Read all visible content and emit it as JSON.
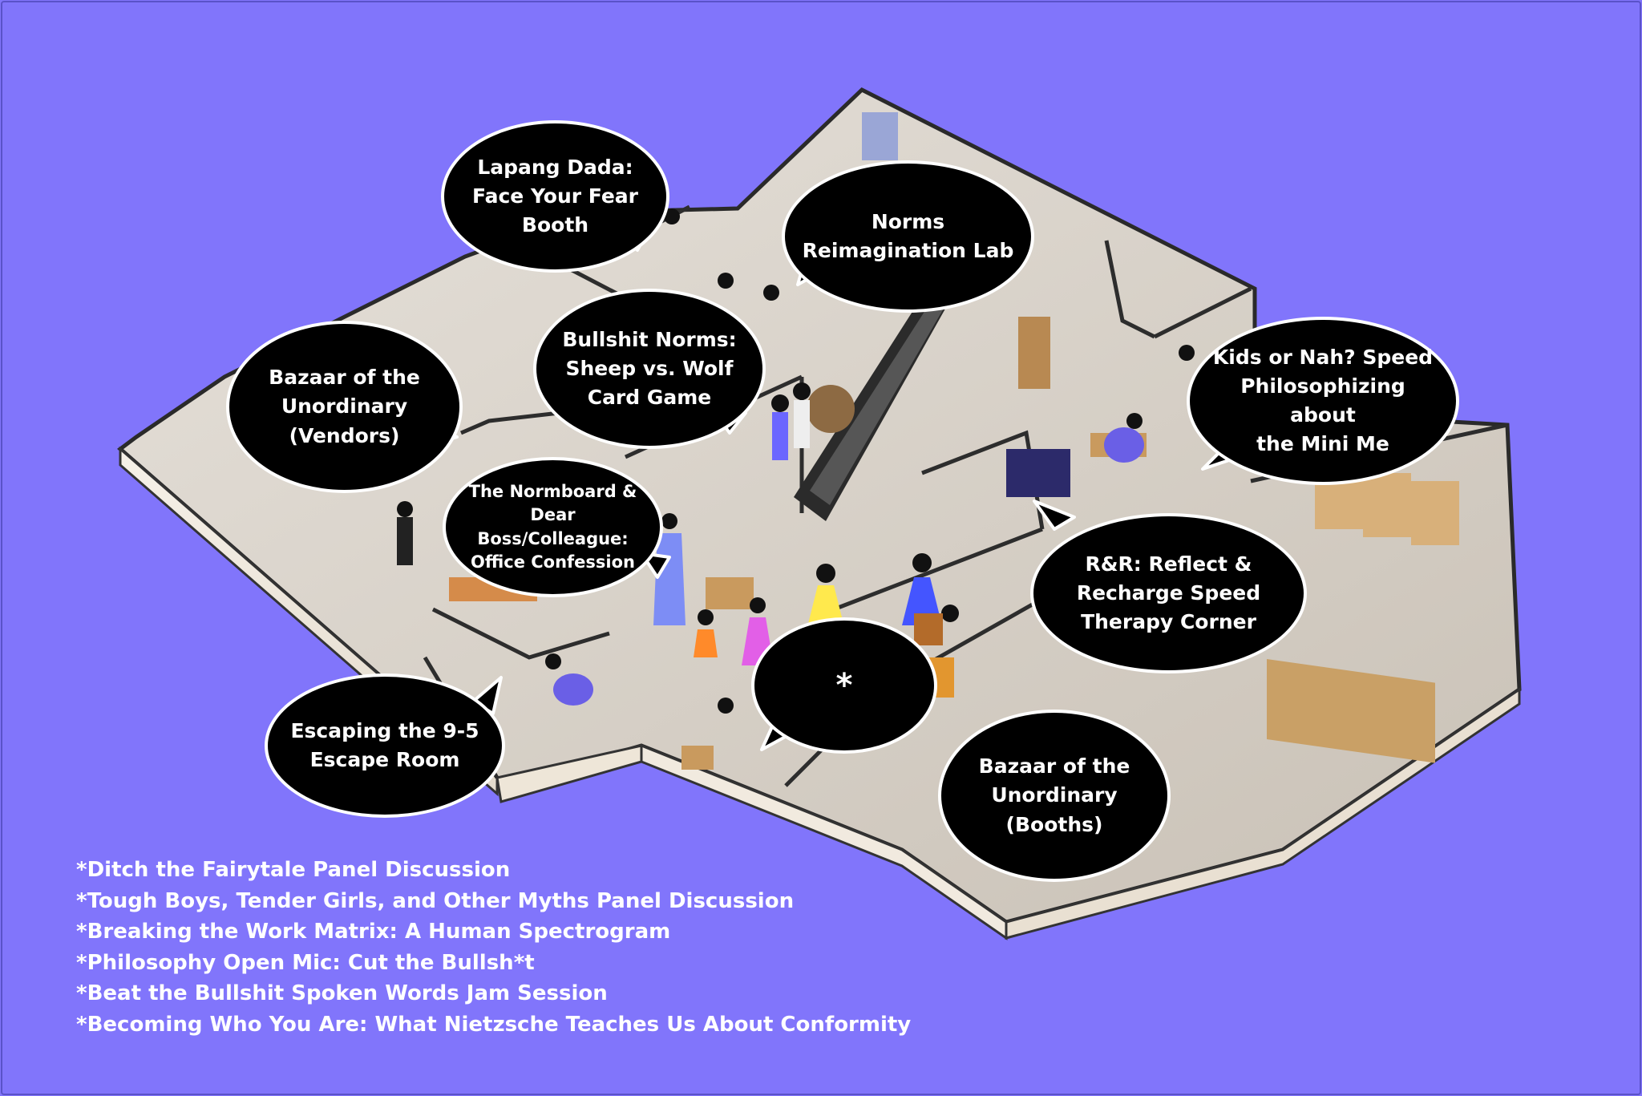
{
  "zones": [
    {
      "id": "lapang-dada",
      "label": "Lapang Dada:\nFace Your Fear\nBooth"
    },
    {
      "id": "norms-lab",
      "label": "Norms\nReimagination Lab"
    },
    {
      "id": "bazaar-vendors",
      "label": "Bazaar of the\nUnordinary\n(Vendors)"
    },
    {
      "id": "bullshit-norms",
      "label": "Bullshit Norms:\nSheep vs. Wolf\nCard Game"
    },
    {
      "id": "kids-or-nah",
      "label": "Kids or Nah? Speed\nPhilosophizing about\nthe Mini Me"
    },
    {
      "id": "normboard",
      "label": "The Normboard &\nDear Boss/Colleague:\nOffice Confession"
    },
    {
      "id": "rr-corner",
      "label": "R&R: Reflect &\nRecharge Speed\nTherapy Corner"
    },
    {
      "id": "stage",
      "label": "*"
    },
    {
      "id": "escape-room",
      "label": "Escaping the 9-5\nEscape Room"
    },
    {
      "id": "bazaar-booths",
      "label": "Bazaar of the\nUnordinary\n(Booths)"
    }
  ],
  "footnotes": [
    "*Ditch the Fairytale Panel Discussion",
    "*Tough Boys, Tender Girls, and Other Myths Panel Discussion",
    "*Breaking the Work Matrix: A Human Spectrogram",
    "*Philosophy Open Mic: Cut the Bullsh*t",
    "*Beat the Bullshit Spoken Words Jam Session",
    "*Becoming Who You Are: What Nietzsche Teaches Us About Conformity"
  ],
  "colors": {
    "background": "#8175fb",
    "bubble_fill": "#000000",
    "bubble_text": "#ffffff",
    "floor": "#d9d2c8",
    "wall": "#f3ede3"
  }
}
